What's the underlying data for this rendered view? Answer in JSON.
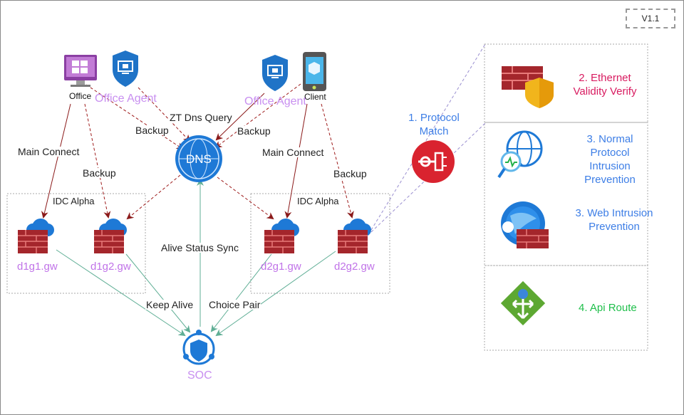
{
  "version_label": "V1.1",
  "colors": {
    "dashed_edge": "#9e1b1b",
    "solid_edge": "#8b1a1a",
    "sync_edge": "#5fae95",
    "region_border": "#aaaaaa",
    "gateway_label": "#c073e8",
    "agent_label": "#c88ff0",
    "protocol_label": "#3d7ee6",
    "ethernet_label": "#d81b60",
    "api_route_label": "#1fbf4b"
  },
  "nodes": {
    "office": "Office",
    "client": "Client",
    "office_agent_left": "Office Agent",
    "office_agent_right": "Office Agent",
    "dns": "DNS",
    "soc": "SOC",
    "protocol_match": "1. Protocol Match",
    "d1g1": "d1g1.gw",
    "d1g2": "d1g2.gw",
    "d2g1": "d2g1.gw",
    "d2g2": "d2g2.gw"
  },
  "regions": {
    "left": "IDC Alpha",
    "right": "IDC Alpha"
  },
  "edges": {
    "main_connect_left": "Main Connect",
    "backup_left_low": "Backup",
    "backup_left_high": "Backup",
    "zt_dns_query": "ZT Dns Query",
    "backup_right_high": "Backup",
    "main_connect_right": "Main Connect",
    "backup_right_low": "Backup",
    "alive_status_sync": "Alive Status Sync",
    "keep_alive": "Keep Alive",
    "choice_pair": "Choice Pair"
  },
  "panel": {
    "ethernet": "2. Ethernet Validity Verify",
    "normal_protocol": "3. Normal Protocol Intrusion Prevention",
    "web": "3. Web Intrusion Prevention",
    "api_route": "4. Api Route"
  },
  "icons": {
    "office_pc": "desktop-windows-icon",
    "client_phone": "mobile-device-icon",
    "agent": "shield-monitor-icon",
    "dns": "dns-globe-icon",
    "soc": "soc-shield-icon",
    "firewall": "cloud-firewall-icon",
    "protocol": "protocol-match-icon",
    "ethernet": "firewall-shield-icon",
    "search": "globe-search-icon",
    "web": "globe-firewall-icon",
    "api": "api-route-icon"
  }
}
